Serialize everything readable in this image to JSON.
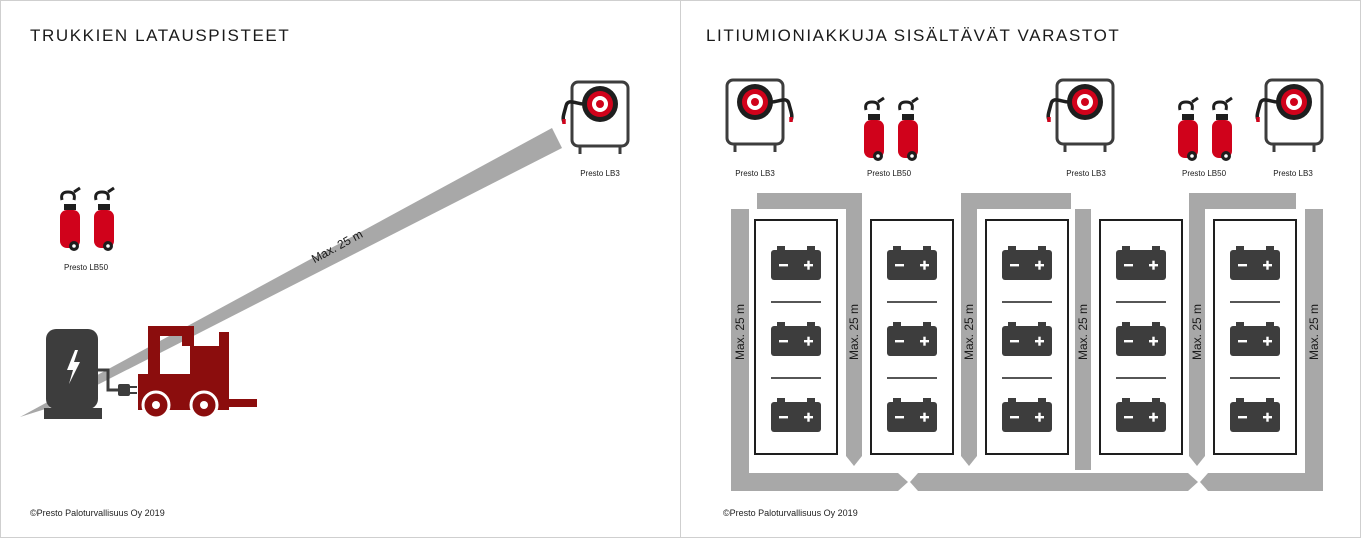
{
  "left_panel": {
    "title": "TRUKKIEN LATAUSPISTEET",
    "distance_label": "Max. 25 m",
    "hose_reel_label": "Presto LB3",
    "extinguisher_label": "Presto LB50",
    "copyright": "©Presto Paloturvallisuus Oy 2019"
  },
  "right_panel": {
    "title": "LITIUMIONIAKKUJA SISÄLTÄVÄT VARASTOT",
    "equipment_labels": [
      "Presto LB3",
      "Presto LB50",
      "Presto LB3",
      "Presto LB50",
      "Presto LB3"
    ],
    "aisle_labels": [
      "Max. 25 m",
      "Max. 25 m",
      "Max. 25 m",
      "Max. 25 m",
      "Max. 25 m",
      "Max. 25 m"
    ],
    "battery_minus": "−",
    "battery_plus": "+",
    "copyright": "©Presto Paloturvallisuus Oy 2019"
  },
  "colors": {
    "accent_red": "#d0021b",
    "forklift_red": "#8b0d0d",
    "dark": "#3d3d3d",
    "path_grey": "#a8a8a8"
  },
  "icons": [
    "hose-reel-icon",
    "fire-extinguisher-icon",
    "charging-station-icon",
    "forklift-icon",
    "battery-icon",
    "lightning-icon"
  ]
}
